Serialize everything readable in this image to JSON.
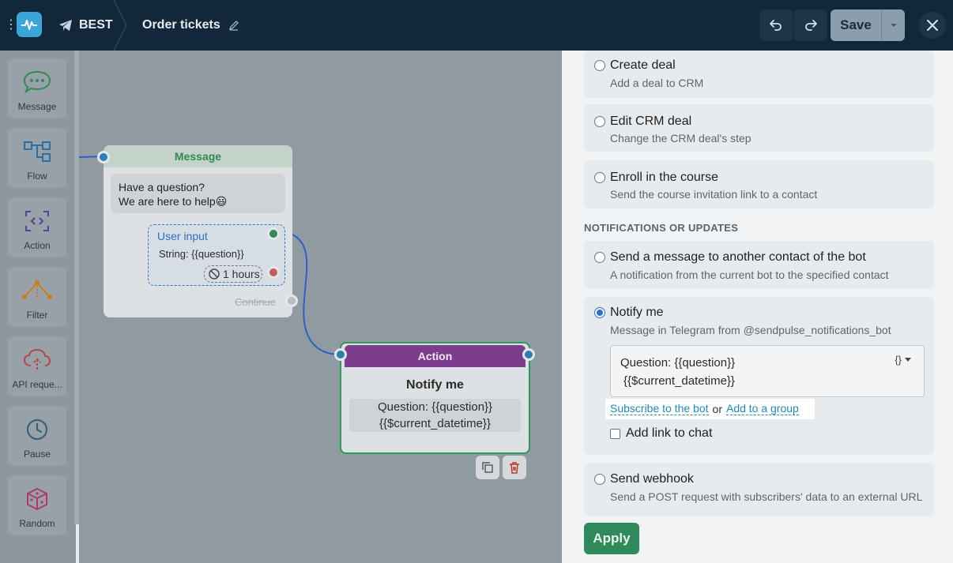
{
  "header": {
    "bot_name": "BEST",
    "flow_title": "Order tickets",
    "save_label": "Save"
  },
  "toolbox": [
    {
      "label": "Message",
      "icon": "chat-bubble-icon",
      "color": "#2f8a55"
    },
    {
      "label": "Flow",
      "icon": "flow-icon",
      "color": "#2e6fa3"
    },
    {
      "label": "Action",
      "icon": "action-icon",
      "color": "#5a3f9a"
    },
    {
      "label": "Filter",
      "icon": "filter-icon",
      "color": "#c97c1e"
    },
    {
      "label": "API reque...",
      "icon": "cloud-api-icon",
      "color": "#b4484a"
    },
    {
      "label": "Pause",
      "icon": "clock-icon",
      "color": "#2c5f7e"
    },
    {
      "label": "Random",
      "icon": "dice-icon",
      "color": "#b2366a"
    }
  ],
  "canvas": {
    "message_node": {
      "title": "Message",
      "line1": "Have a question?",
      "line2": "We are here to help😃",
      "user_input_title": "User input",
      "user_input_string": "String: {{question}}",
      "timeout": "1 hours",
      "continue": "Continue"
    },
    "action_node": {
      "title": "Action",
      "name": "Notify me",
      "line1": "Question: {{question}}",
      "line2": "{{$current_datetime}}"
    }
  },
  "panel": {
    "options_top": [
      {
        "title": "Create deal",
        "desc": "Add a deal to CRM"
      },
      {
        "title": "Edit CRM deal",
        "desc": "Change the CRM deal's step"
      },
      {
        "title": "Enroll in the course",
        "desc": "Send the course invitation link to a contact"
      }
    ],
    "section_title": "NOTIFICATIONS OR UPDATES",
    "send_message": {
      "title": "Send a message to another contact of the bot",
      "desc": "A notification from the current bot to the specified contact"
    },
    "notify_me": {
      "title": "Notify me",
      "desc": "Message in Telegram from @sendpulse_notifications_bot",
      "text_line1": "Question: {{question}}",
      "text_line2": "{{$current_datetime}}",
      "var_button": "{}",
      "link_subscribe": "Subscribe to the bot",
      "link_or": "or",
      "link_group": "Add to a group",
      "checkbox_label": "Add link to chat"
    },
    "send_webhook": {
      "title": "Send webhook",
      "desc": "Send a POST request with subscribers' data to an external URL"
    },
    "apply_label": "Apply"
  }
}
